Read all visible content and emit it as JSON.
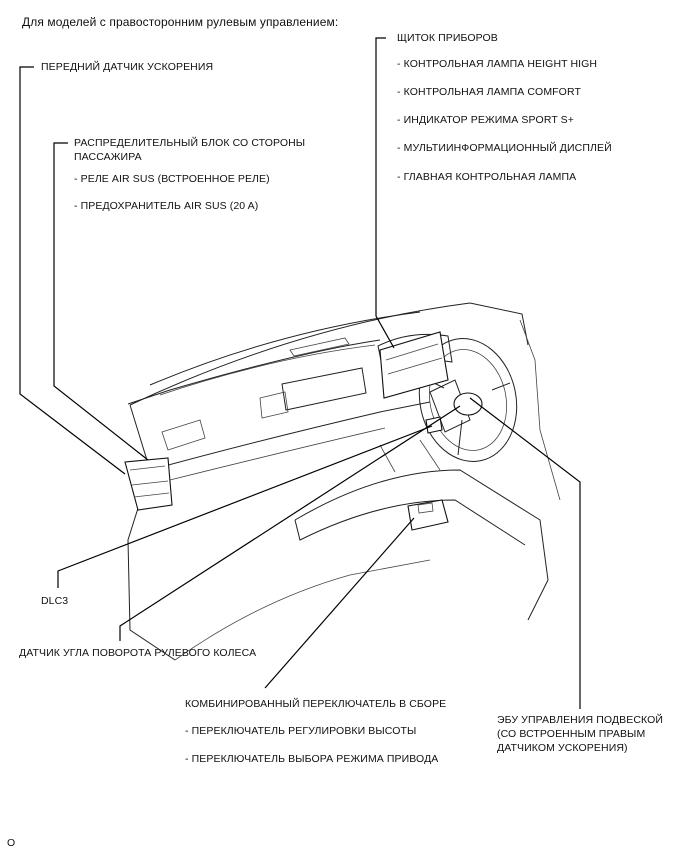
{
  "header": {
    "title": "Для моделей с правосторонним рулевым управлением:"
  },
  "labels": {
    "front_sensor": "ПЕРЕДНИЙ ДАТЧИК УСКОРЕНИЯ",
    "junction_block": {
      "title": "РАСПРЕДЕЛИТЕЛЬНЫЙ БЛОК СО СТОРОНЫ ПАССАЖИРА",
      "items": [
        "- РЕЛЕ AIR SUS (ВСТРОЕННОЕ РЕЛЕ)",
        "- ПРЕДОХРАНИТЕЛЬ AIR SUS (20 A)"
      ]
    },
    "meter": {
      "title": "ЩИТОК ПРИБОРОВ",
      "items": [
        "- КОНТРОЛЬНАЯ ЛАМПА HEIGHT HIGH",
        "- КОНТРОЛЬНАЯ ЛАМПА COMFORT",
        "- ИНДИКАТОР РЕЖИМА SPORT S+",
        "- МУЛЬТИИНФОРМАЦИОННЫЙ ДИСПЛЕЙ",
        "- ГЛАВНАЯ КОНТРОЛЬНАЯ ЛАМПА"
      ]
    },
    "dlc3": "DLC3",
    "steering_sensor": "ДАТЧИК УГЛА ПОВОРОТА РУЛЕВОГО КОЛЕСА",
    "combo_switch": {
      "title": "КОМБИНИРОВАННЫЙ ПЕРЕКЛЮЧАТЕЛЬ В СБОРЕ",
      "items": [
        "- ПЕРЕКЛЮЧАТЕЛЬ РЕГУЛИРОВКИ ВЫСОТЫ",
        "- ПЕРЕКЛЮЧАТЕЛЬ ВЫБОРА РЕЖИМА ПРИВОДА"
      ]
    },
    "ecu": "ЭБУ УПРАВЛЕНИЯ ПОДВЕСКОЙ (СО ВСТРОЕННЫМ ПРАВЫМ ДАТЧИКОМ УСКОРЕНИЯ)"
  },
  "footer": {
    "code": "O"
  }
}
